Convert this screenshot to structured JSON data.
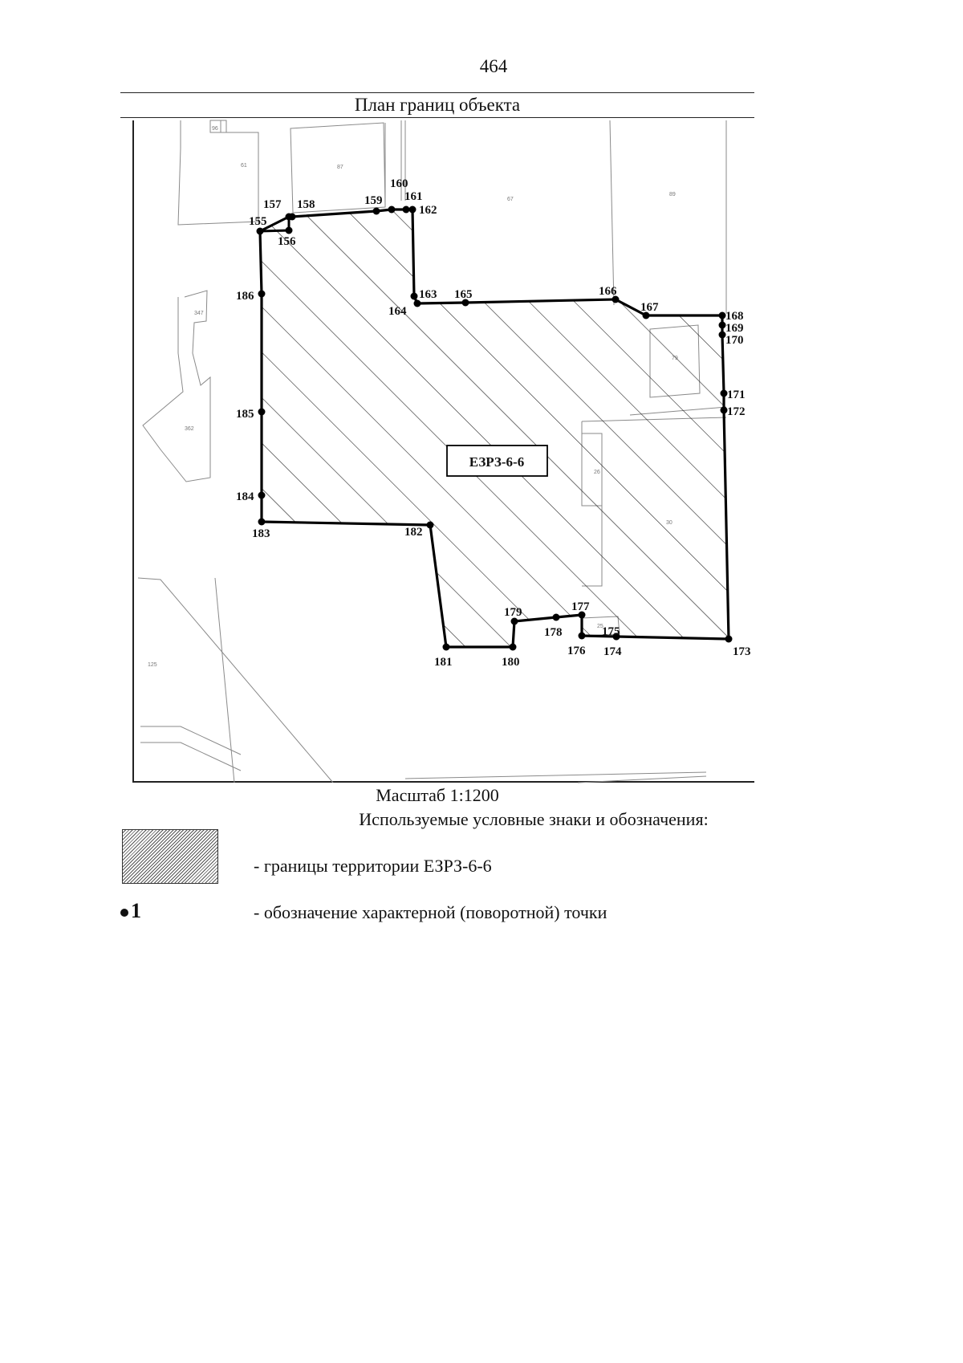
{
  "page_number": "464",
  "plan_title": "План границ объекта",
  "scale": "Масштаб 1:1200",
  "zone_label": "ЕЗРЗ-6-6",
  "legend": {
    "title": "Используемые условные знаки и обозначения:",
    "hatch_text": "- границы территории ЕЗРЗ-6-6",
    "point_symbol": "1",
    "point_text": "- обозначение характерной (поворотной) точки"
  },
  "plot_labels": [
    "96",
    "61",
    "87",
    "67",
    "89",
    "347",
    "362",
    "26",
    "79",
    "30",
    "25",
    "125"
  ],
  "points": [
    {
      "id": "155",
      "label": "155"
    },
    {
      "id": "156",
      "label": "156"
    },
    {
      "id": "157",
      "label": "157"
    },
    {
      "id": "158",
      "label": "158"
    },
    {
      "id": "159",
      "label": "159"
    },
    {
      "id": "160",
      "label": "160"
    },
    {
      "id": "161",
      "label": "161"
    },
    {
      "id": "162",
      "label": "162"
    },
    {
      "id": "163",
      "label": "163"
    },
    {
      "id": "164",
      "label": "164"
    },
    {
      "id": "165",
      "label": "165"
    },
    {
      "id": "166",
      "label": "166"
    },
    {
      "id": "167",
      "label": "167"
    },
    {
      "id": "168",
      "label": "168"
    },
    {
      "id": "169",
      "label": "169"
    },
    {
      "id": "170",
      "label": "170"
    },
    {
      "id": "171",
      "label": "171"
    },
    {
      "id": "172",
      "label": "172"
    },
    {
      "id": "173",
      "label": "173"
    },
    {
      "id": "174",
      "label": "174"
    },
    {
      "id": "175",
      "label": "175"
    },
    {
      "id": "176",
      "label": "176"
    },
    {
      "id": "177",
      "label": "177"
    },
    {
      "id": "178",
      "label": "178"
    },
    {
      "id": "179",
      "label": "179"
    },
    {
      "id": "180",
      "label": "180"
    },
    {
      "id": "181",
      "label": "181"
    },
    {
      "id": "182",
      "label": "182"
    },
    {
      "id": "183",
      "label": "183"
    },
    {
      "id": "184",
      "label": "184"
    },
    {
      "id": "185",
      "label": "185"
    },
    {
      "id": "186",
      "label": "186"
    }
  ]
}
